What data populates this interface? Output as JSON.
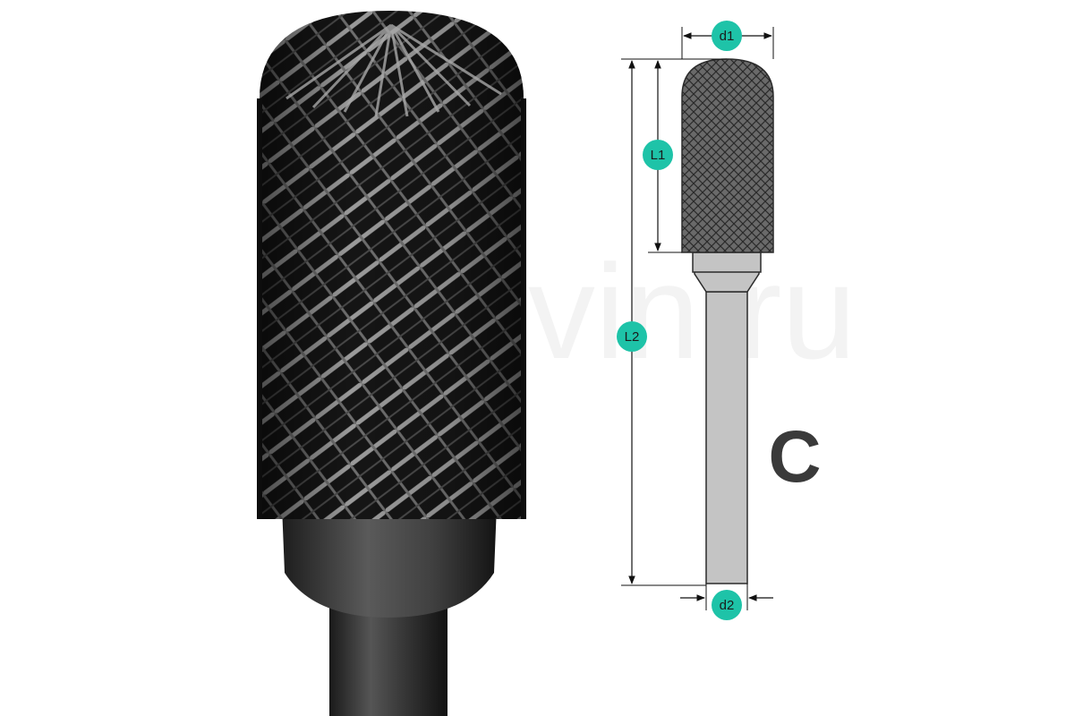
{
  "diagram": {
    "dimension_labels": {
      "d1": "d1",
      "d2": "d2",
      "L1": "L1",
      "L2": "L2"
    },
    "shape_code": "C",
    "watermark": "vin.ru",
    "colors": {
      "badge": "#1ec3a8",
      "head_fill": "#5d5d5d",
      "shank_fill": "#c4c4c4",
      "outline": "#2b2b2b",
      "letter": "#3a3a3a",
      "photo_dark": "#161616",
      "photo_metal": "#8a8a8a"
    }
  }
}
